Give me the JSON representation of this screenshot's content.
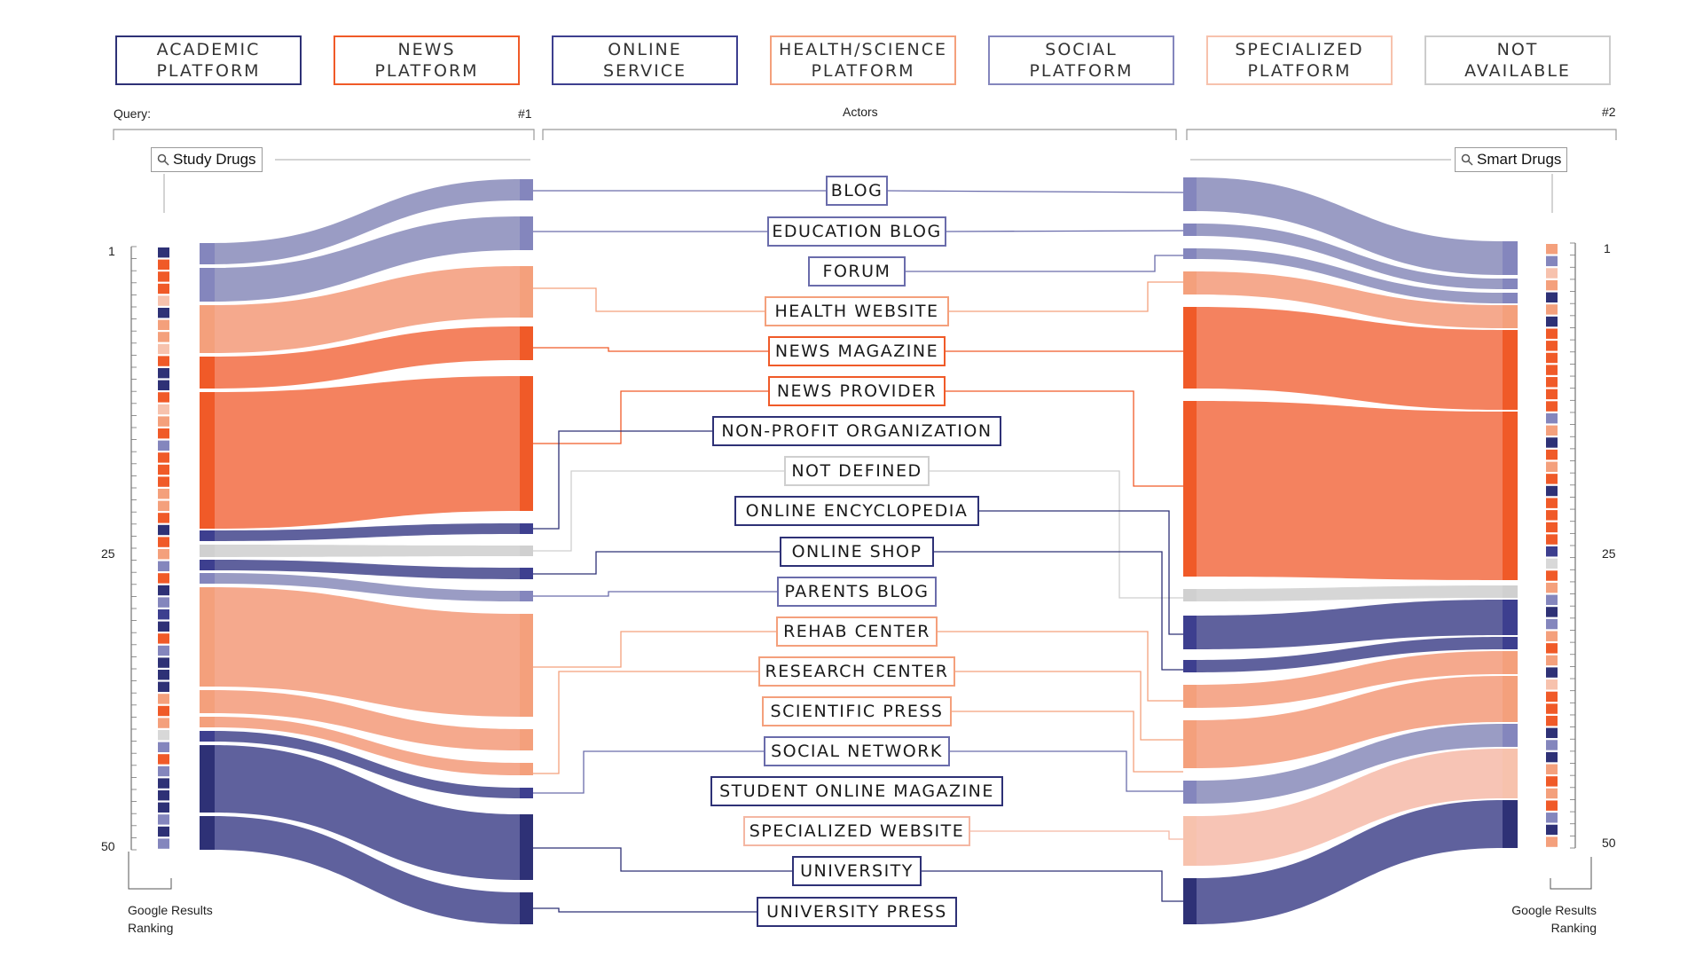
{
  "legend": [
    {
      "key": "academic",
      "label": "ACADEMIC\nPLATFORM",
      "border": "#2e3176",
      "fill": "#2e3176"
    },
    {
      "key": "news",
      "label": "NEWS\nPLATFORM",
      "border": "#f05a28",
      "fill": "#f05a28"
    },
    {
      "key": "online",
      "label": "ONLINE\nSERVICE",
      "border": "#3d3f8f",
      "fill": "#3d3f8f"
    },
    {
      "key": "health",
      "label": "HEALTH/SCIENCE\nPLATFORM",
      "border": "#f4a07c",
      "fill": "#f4a07c"
    },
    {
      "key": "social",
      "label": "SOCIAL\nPLATFORM",
      "border": "#8486bd",
      "fill": "#8486bd"
    },
    {
      "key": "specialized",
      "label": "SPECIALIZED\nPLATFORM",
      "border": "#f7c2ad",
      "fill": "#f7c2ad"
    },
    {
      "key": "na",
      "label": "NOT\nAVAILABLE",
      "border": "#cccccc",
      "fill": "#cccccc"
    }
  ],
  "header": {
    "query_label": "Query:",
    "rank1_label": "#1",
    "actors_label": "Actors",
    "rank2_label": "#2"
  },
  "queries": {
    "left": "Study Drugs",
    "right": "Smart Drugs"
  },
  "axis": {
    "left_ticks": [
      "1",
      "25",
      "50"
    ],
    "right_ticks": [
      "1",
      "25",
      "50"
    ],
    "left_caption": "Google Results\nRanking",
    "right_caption": "Google Results\nRanking"
  },
  "actors": [
    {
      "label": "BLOG",
      "category": "social"
    },
    {
      "label": "EDUCATION BLOG",
      "category": "social"
    },
    {
      "label": "FORUM",
      "category": "social"
    },
    {
      "label": "HEALTH WEBSITE",
      "category": "health"
    },
    {
      "label": "NEWS MAGAZINE",
      "category": "news"
    },
    {
      "label": "NEWS PROVIDER",
      "category": "news"
    },
    {
      "label": "NON-PROFIT ORGANIZATION",
      "category": "online"
    },
    {
      "label": "NOT DEFINED",
      "category": "na"
    },
    {
      "label": "ONLINE ENCYCLOPEDIA",
      "category": "online"
    },
    {
      "label": "ONLINE SHOP",
      "category": "online"
    },
    {
      "label": "PARENTS BLOG",
      "category": "social"
    },
    {
      "label": "REHAB CENTER",
      "category": "health"
    },
    {
      "label": "RESEARCH CENTER",
      "category": "health"
    },
    {
      "label": "SCIENTIFIC PRESS",
      "category": "health"
    },
    {
      "label": "SOCIAL NETWORK",
      "category": "social"
    },
    {
      "label": "STUDENT ONLINE MAGAZINE",
      "category": "academic"
    },
    {
      "label": "SPECIALIZED WEBSITE",
      "category": "specialized"
    },
    {
      "label": "UNIVERSITY",
      "category": "academic"
    },
    {
      "label": "UNIVERSITY PRESS",
      "category": "academic"
    }
  ],
  "left_rank_colors": [
    "academic",
    "news",
    "news",
    "news",
    "specialized",
    "academic",
    "health",
    "health",
    "specialized",
    "news",
    "academic",
    "academic",
    "news",
    "specialized",
    "health",
    "news",
    "social",
    "news",
    "news",
    "news",
    "health",
    "health",
    "news",
    "academic",
    "news",
    "health",
    "social",
    "news",
    "academic",
    "social",
    "online",
    "academic",
    "news",
    "social",
    "academic",
    "academic",
    "academic",
    "health",
    "news",
    "health",
    "na",
    "social",
    "news",
    "social",
    "academic",
    "academic",
    "academic",
    "social",
    "academic",
    "social"
  ],
  "right_rank_colors": [
    "health",
    "social",
    "specialized",
    "health",
    "academic",
    "health",
    "academic",
    "news",
    "news",
    "news",
    "news",
    "news",
    "news",
    "news",
    "social",
    "health",
    "academic",
    "news",
    "health",
    "news",
    "academic",
    "news",
    "news",
    "news",
    "news",
    "online",
    "na",
    "news",
    "health",
    "social",
    "academic",
    "social",
    "health",
    "news",
    "health",
    "academic",
    "specialized",
    "news",
    "news",
    "news",
    "academic",
    "social",
    "academic",
    "health",
    "news",
    "health",
    "news",
    "social",
    "academic",
    "health"
  ]
}
